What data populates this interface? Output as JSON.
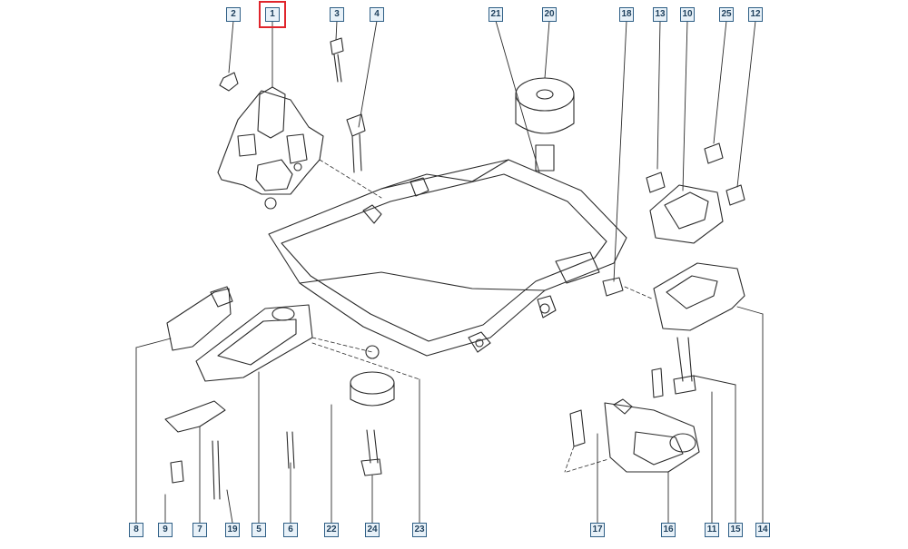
{
  "diagram": {
    "highlighted_part": "1",
    "callouts": [
      "1",
      "2",
      "3",
      "4",
      "5",
      "6",
      "7",
      "8",
      "9",
      "10",
      "11",
      "12",
      "13",
      "14",
      "15",
      "16",
      "17",
      "18",
      "19",
      "20",
      "21",
      "22",
      "23",
      "24",
      "25"
    ]
  },
  "colors": {
    "line": "#2b2b2b",
    "callout_border": "#2f5f86",
    "callout_fill": "#e8f1f8",
    "highlight": "#e0252c"
  }
}
